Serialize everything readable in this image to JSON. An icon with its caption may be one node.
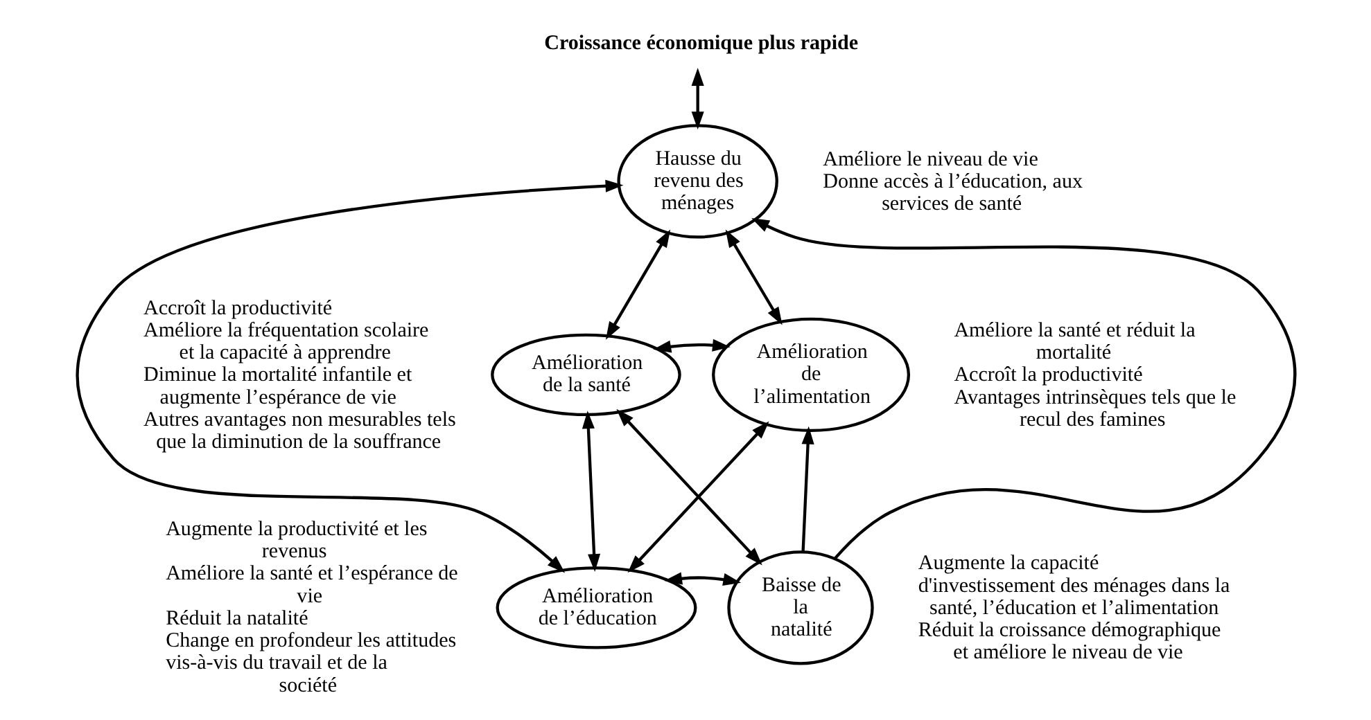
{
  "diagram": {
    "nodes": [
      {
        "text": [
          "Croissance économique plus rapide"
        ]
      },
      {
        "text": [
          "Hausse du revenu des ménages"
        ],
        "beside": [
          "Améliore le niveau de vie",
          "Donne accès à l’éducation, aux services de santé"
        ]
      },
      {
        "text": [
          "Amélioration de la santé"
        ],
        "beside": [
          "Accroît la productivité",
          "Améliore la fréquentation scolaire et la capacité à apprendre",
          "Diminue la mortalité infantile et augmente l’espérance de vie",
          "Autres avantages non mesurables tels que la diminution de la souffrance"
        ]
      },
      {
        "text": [
          "Amélioration de l’alimentation"
        ],
        "beside": [
          "Améliore la santé et réduit la mortalité",
          "Accroît la productivité",
          "Avantages intrinsèques tels que le recul des famines"
        ]
      },
      {
        "text": [
          "Amélioration de l’éducation"
        ],
        "beside": [
          "Augmente la productivité et les revenus",
          "Améliore la santé et l’espérance de vie",
          "Réduit la natalité",
          "Change en profondeur les attitudes vis-à-vis du travail et de la société"
        ]
      },
      {
        "text": [
          "Baisse de la natalité"
        ],
        "beside": [
          "Augmente la capacité d'investissement des ménages dans la santé, l’éducation et l’alimentation",
          "Réduit la croissance démographique et améliore le niveau de vie"
        ]
      }
    ],
    "edges": [
      {
        "from": 0,
        "to": 1,
        "arrow": "both"
      },
      {
        "from": 1,
        "to": 2,
        "arrow": "both"
      },
      {
        "from": 1,
        "to": 3,
        "arrow": "both"
      },
      {
        "from": 2,
        "to": 3,
        "arrow": "both"
      },
      {
        "from": 2,
        "to": 4,
        "arrow": "both"
      },
      {
        "from": 2,
        "to": 5,
        "arrow": "both"
      },
      {
        "from": 4,
        "to": 1,
        "arrow": "both"
      },
      {
        "from": 3,
        "to": 4,
        "arrow": "both"
      },
      {
        "from": 5,
        "to": 1,
        "arrow": "to"
      },
      {
        "from": 5,
        "to": 3,
        "arrow": "to"
      },
      {
        "from": 4,
        "to": 5,
        "arrow": "both"
      }
    ]
  }
}
